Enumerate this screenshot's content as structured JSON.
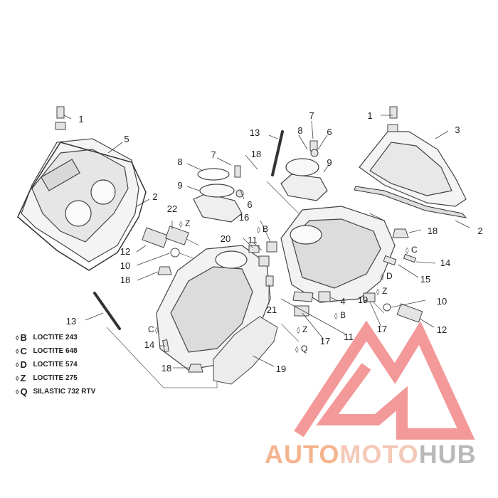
{
  "callouts": [
    {
      "key": "c1a",
      "text": "1"
    },
    {
      "key": "c1b",
      "text": "1"
    },
    {
      "key": "c2a",
      "text": "2"
    },
    {
      "key": "c2b",
      "text": "2"
    },
    {
      "key": "c3",
      "text": "3"
    },
    {
      "key": "c4",
      "text": "4"
    },
    {
      "key": "c5",
      "text": "5"
    },
    {
      "key": "c6a",
      "text": "6"
    },
    {
      "key": "c6b",
      "text": "6"
    },
    {
      "key": "c7a",
      "text": "7"
    },
    {
      "key": "c7b",
      "text": "7"
    },
    {
      "key": "c8a",
      "text": "8"
    },
    {
      "key": "c8b",
      "text": "8"
    },
    {
      "key": "c9a",
      "text": "9"
    },
    {
      "key": "c9b",
      "text": "9"
    },
    {
      "key": "c10a",
      "text": "10"
    },
    {
      "key": "c10b",
      "text": "10"
    },
    {
      "key": "c11a",
      "text": "11"
    },
    {
      "key": "c11b",
      "text": "11"
    },
    {
      "key": "c12a",
      "text": "12"
    },
    {
      "key": "c12b",
      "text": "12"
    },
    {
      "key": "c13a",
      "text": "13"
    },
    {
      "key": "c13b",
      "text": "13"
    },
    {
      "key": "c14a",
      "text": "14"
    },
    {
      "key": "c14b",
      "text": "14"
    },
    {
      "key": "c15",
      "text": "15"
    },
    {
      "key": "c16",
      "text": "16"
    },
    {
      "key": "c17a",
      "text": "17"
    },
    {
      "key": "c17b",
      "text": "17"
    },
    {
      "key": "c18a",
      "text": "18"
    },
    {
      "key": "c18b",
      "text": "18"
    },
    {
      "key": "c18c",
      "text": "18"
    },
    {
      "key": "c18d",
      "text": "18"
    },
    {
      "key": "c19a",
      "text": "19"
    },
    {
      "key": "c19b",
      "text": "19"
    },
    {
      "key": "c20",
      "text": "20"
    },
    {
      "key": "c21",
      "text": "21"
    },
    {
      "key": "c22",
      "text": "22"
    }
  ],
  "sealant_marks": [
    {
      "key": "mZ1",
      "text": "Z"
    },
    {
      "key": "mZ2",
      "text": "Z"
    },
    {
      "key": "mZ3",
      "text": "Z"
    },
    {
      "key": "mB1",
      "text": "B"
    },
    {
      "key": "mB2",
      "text": "B"
    },
    {
      "key": "mC1",
      "text": "C"
    },
    {
      "key": "mC2",
      "text": "C"
    },
    {
      "key": "mD1",
      "text": "D"
    },
    {
      "key": "mQ1",
      "text": "Q"
    }
  ],
  "legend": [
    {
      "code": "B",
      "product": "LOCTITE 243"
    },
    {
      "code": "C",
      "product": "LOCTITE 648"
    },
    {
      "code": "D",
      "product": "LOCTITE 574"
    },
    {
      "code": "Z",
      "product": "LOCTITE 275"
    },
    {
      "code": "Q",
      "product": "SILASTIC 732 RTV"
    }
  ],
  "watermark": {
    "part1": "AUTO",
    "part2": "MOTO",
    "part3": "HUB",
    "logo_color": "#f08080"
  }
}
